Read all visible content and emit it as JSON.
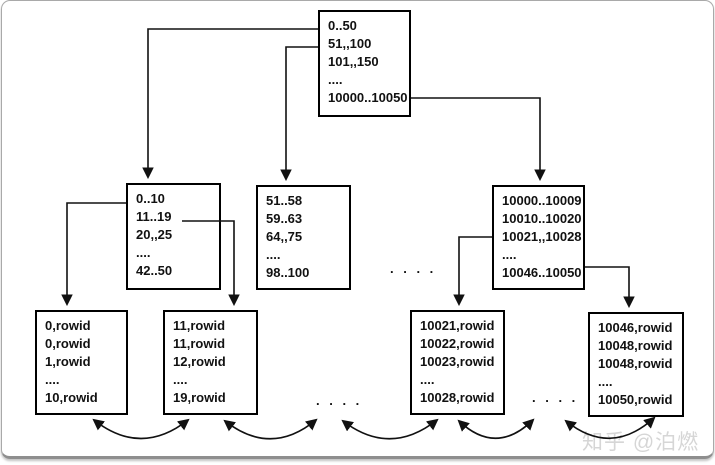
{
  "colors": {
    "background": "#ffffff",
    "node_border": "#000000",
    "line": "#111111",
    "text": "#111111",
    "watermark": "#d6d6d6",
    "frame_border": "#a9a9a9"
  },
  "watermark": {
    "text": "知乎 @泊燃"
  },
  "tree": {
    "root": {
      "rows": [
        "0..50",
        "51,,100",
        "101,,150",
        "....",
        "10000..10050"
      ]
    },
    "branches": [
      {
        "rows": [
          "0..10",
          "11..19",
          "20,,25",
          "....",
          "42..50"
        ]
      },
      {
        "rows": [
          "51..58",
          "59..63",
          "64,,75",
          "....",
          "98..100"
        ]
      },
      {
        "rows": [
          "10000..10009",
          "10010..10020",
          "10021,,10028",
          "....",
          "10046..10050"
        ]
      }
    ],
    "leaves": [
      {
        "rows": [
          "0,rowid",
          "0,rowid",
          "1,rowid",
          "....",
          "10,rowid"
        ]
      },
      {
        "rows": [
          "11,rowid",
          "11,rowid",
          "12,rowid",
          "....",
          "19,rowid"
        ]
      },
      {
        "rows": [
          "10021,rowid",
          "10022,rowid",
          "10023,rowid",
          "....",
          "10028,rowid"
        ]
      },
      {
        "rows": [
          "10046,rowid",
          "10048,rowid",
          "10048,rowid",
          "....",
          "10050,rowid"
        ]
      }
    ],
    "ellipsis": {
      "branch_level": ". . . .",
      "leaf_level_left": ". . . .",
      "leaf_level_right": ". . . ."
    }
  }
}
